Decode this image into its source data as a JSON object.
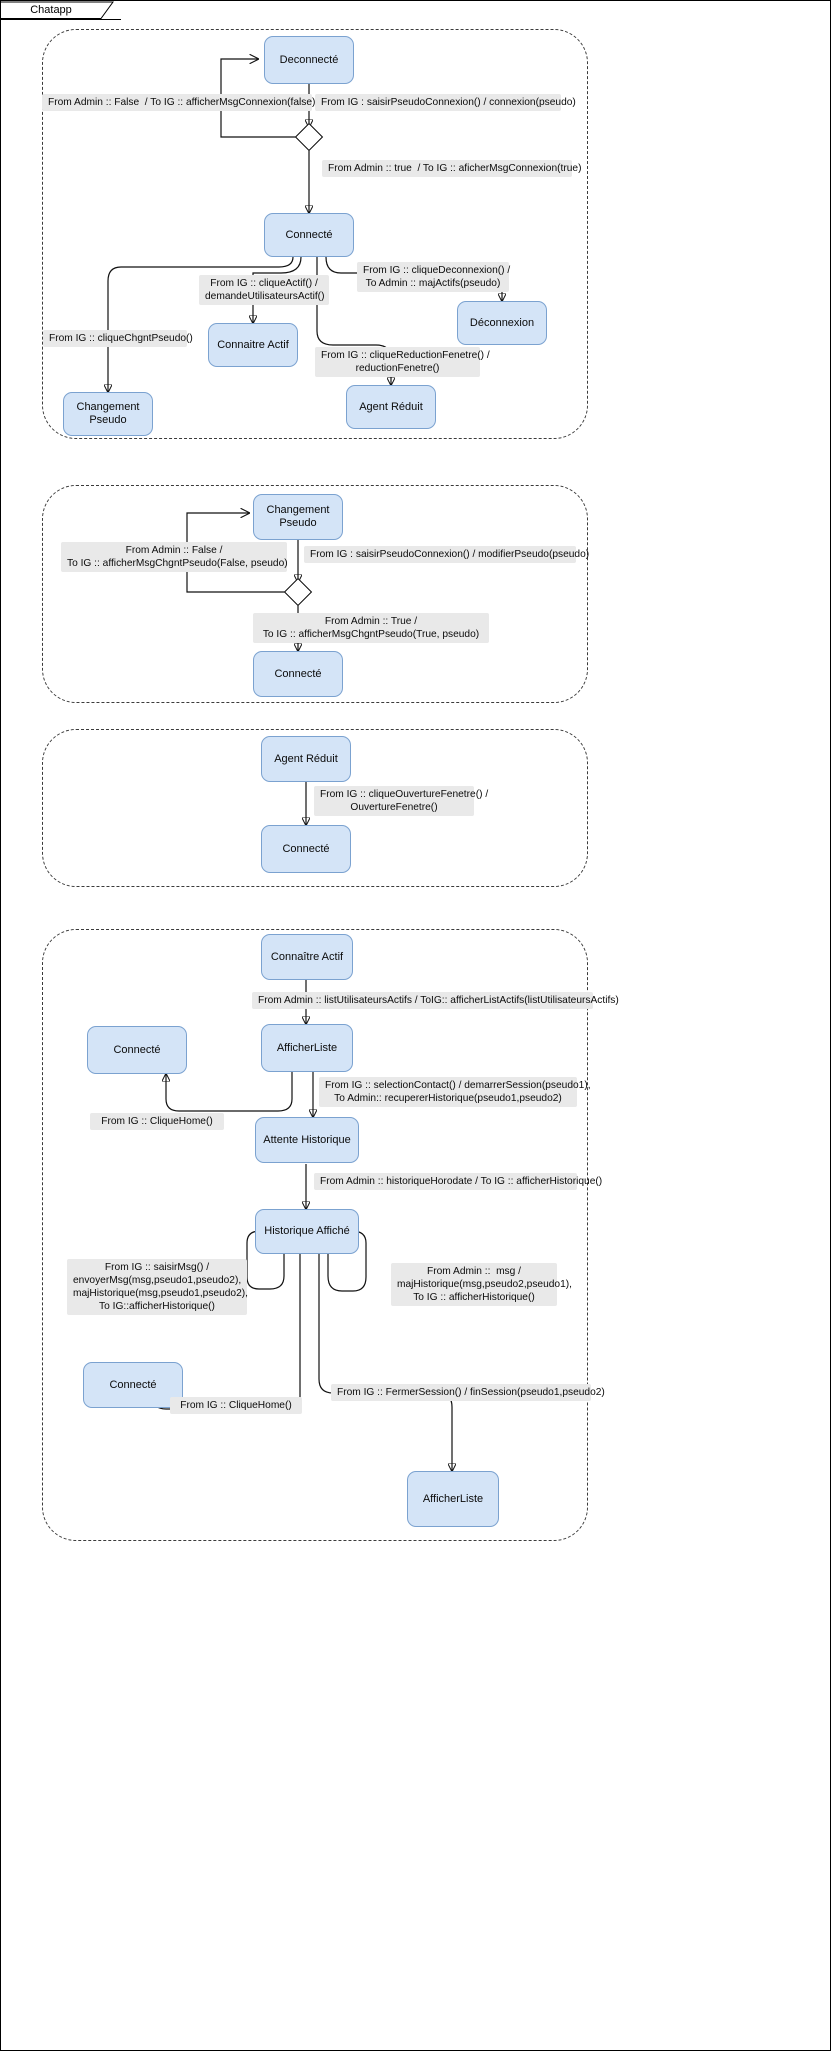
{
  "window": {
    "tab_label": "Chatapp"
  },
  "palette": {
    "state_fill": "#d4e4f7",
    "state_stroke": "#7ba2d0",
    "label_fill": "#e9e9e9",
    "region_stroke": "#3b3b3b",
    "edge_stroke": "#111111",
    "page_bg": "#ffffff"
  },
  "regions": [
    {
      "name": "region-connexion"
    },
    {
      "name": "region-changement-pseudo"
    },
    {
      "name": "region-agent-reduit"
    },
    {
      "name": "region-session-chat"
    }
  ],
  "states": {
    "deconnecte": "Deconnecté",
    "connecte_1": "Connecté",
    "connaitre_actif_1": "Connaitre Actif",
    "deconnexion": "Déconnexion",
    "agent_reduit_1": "Agent Réduit",
    "changement_pseudo_1": "Changement Pseudo",
    "changement_pseudo_2": "Changement Pseudo",
    "connecte_2": "Connecté",
    "agent_reduit_2": "Agent Réduit",
    "connecte_3": "Connecté",
    "connaitre_actif_2": "Connaître Actif",
    "afficher_liste_1": "AfficherListe",
    "connecte_4": "Connecté",
    "attente_historique": "Attente Historique",
    "historique_affiche": "Historique Affiché",
    "connecte_5": "Connecté",
    "afficher_liste_2": "AfficherListe"
  },
  "transitions": {
    "t_admin_false_connexion": "From Admin :: False  / To IG :: afficherMsgConnexion(false)",
    "t_saisir_pseudo_connexion": "From IG : saisirPseudoConnexion() / connexion(pseudo)",
    "t_admin_true_connexion": "From Admin :: true  / To IG :: aficherMsgConnexion(true)",
    "t_clique_actif": "From IG :: cliqueActif() /\ndemandeUtilisateursActif()",
    "t_clique_deconnexion": "From IG :: cliqueDeconnexion() /\nTo Admin :: majActifs(pseudo)",
    "t_clique_chgnt_pseudo": "From IG :: cliqueChgntPseudo()",
    "t_clique_reduction_fenetre": "From IG :: cliqueReductionFenetre() /\nreductionFenetre()",
    "t_admin_false_chgnt": "From Admin :: False /\nTo IG :: afficherMsgChgntPseudo(False, pseudo)",
    "t_saisir_pseudo_modifier": "From IG : saisirPseudoConnexion() / modifierPseudo(pseudo)",
    "t_admin_true_chgnt": "From Admin :: True /\nTo IG :: afficherMsgChgntPseudo(True, pseudo)",
    "t_clique_ouverture_fenetre": "From IG :: cliqueOuvertureFenetre() /\nOuvertureFenetre()",
    "t_list_utilisateurs_actifs": "From Admin :: listUtilisateursActifs / ToIG:: afficherListActifs(listUtilisateursActifs)",
    "t_selection_contact": "From IG :: selectionContact() / demarrerSession(pseudo1),\nTo Admin:: recupererHistorique(pseudo1,pseudo2)",
    "t_clique_home_1": "From IG :: CliqueHome()",
    "t_historique_horodate": "From Admin :: historiqueHorodate / To IG :: afficherHistorique()",
    "t_saisir_msg": "From IG :: saisirMsg() /\nenvoyerMsg(msg,pseudo1,pseudo2),\nmajHistorique(msg,pseudo1,pseudo2),\nTo IG::afficherHistorique()",
    "t_admin_msg": "From Admin ::  msg /\nmajHistorique(msg,pseudo2,pseudo1),\nTo IG :: afficherHistorique()",
    "t_clique_home_2": "From IG :: CliqueHome()",
    "t_fermer_session": "From IG :: FermerSession() / finSession(pseudo1,pseudo2)"
  }
}
